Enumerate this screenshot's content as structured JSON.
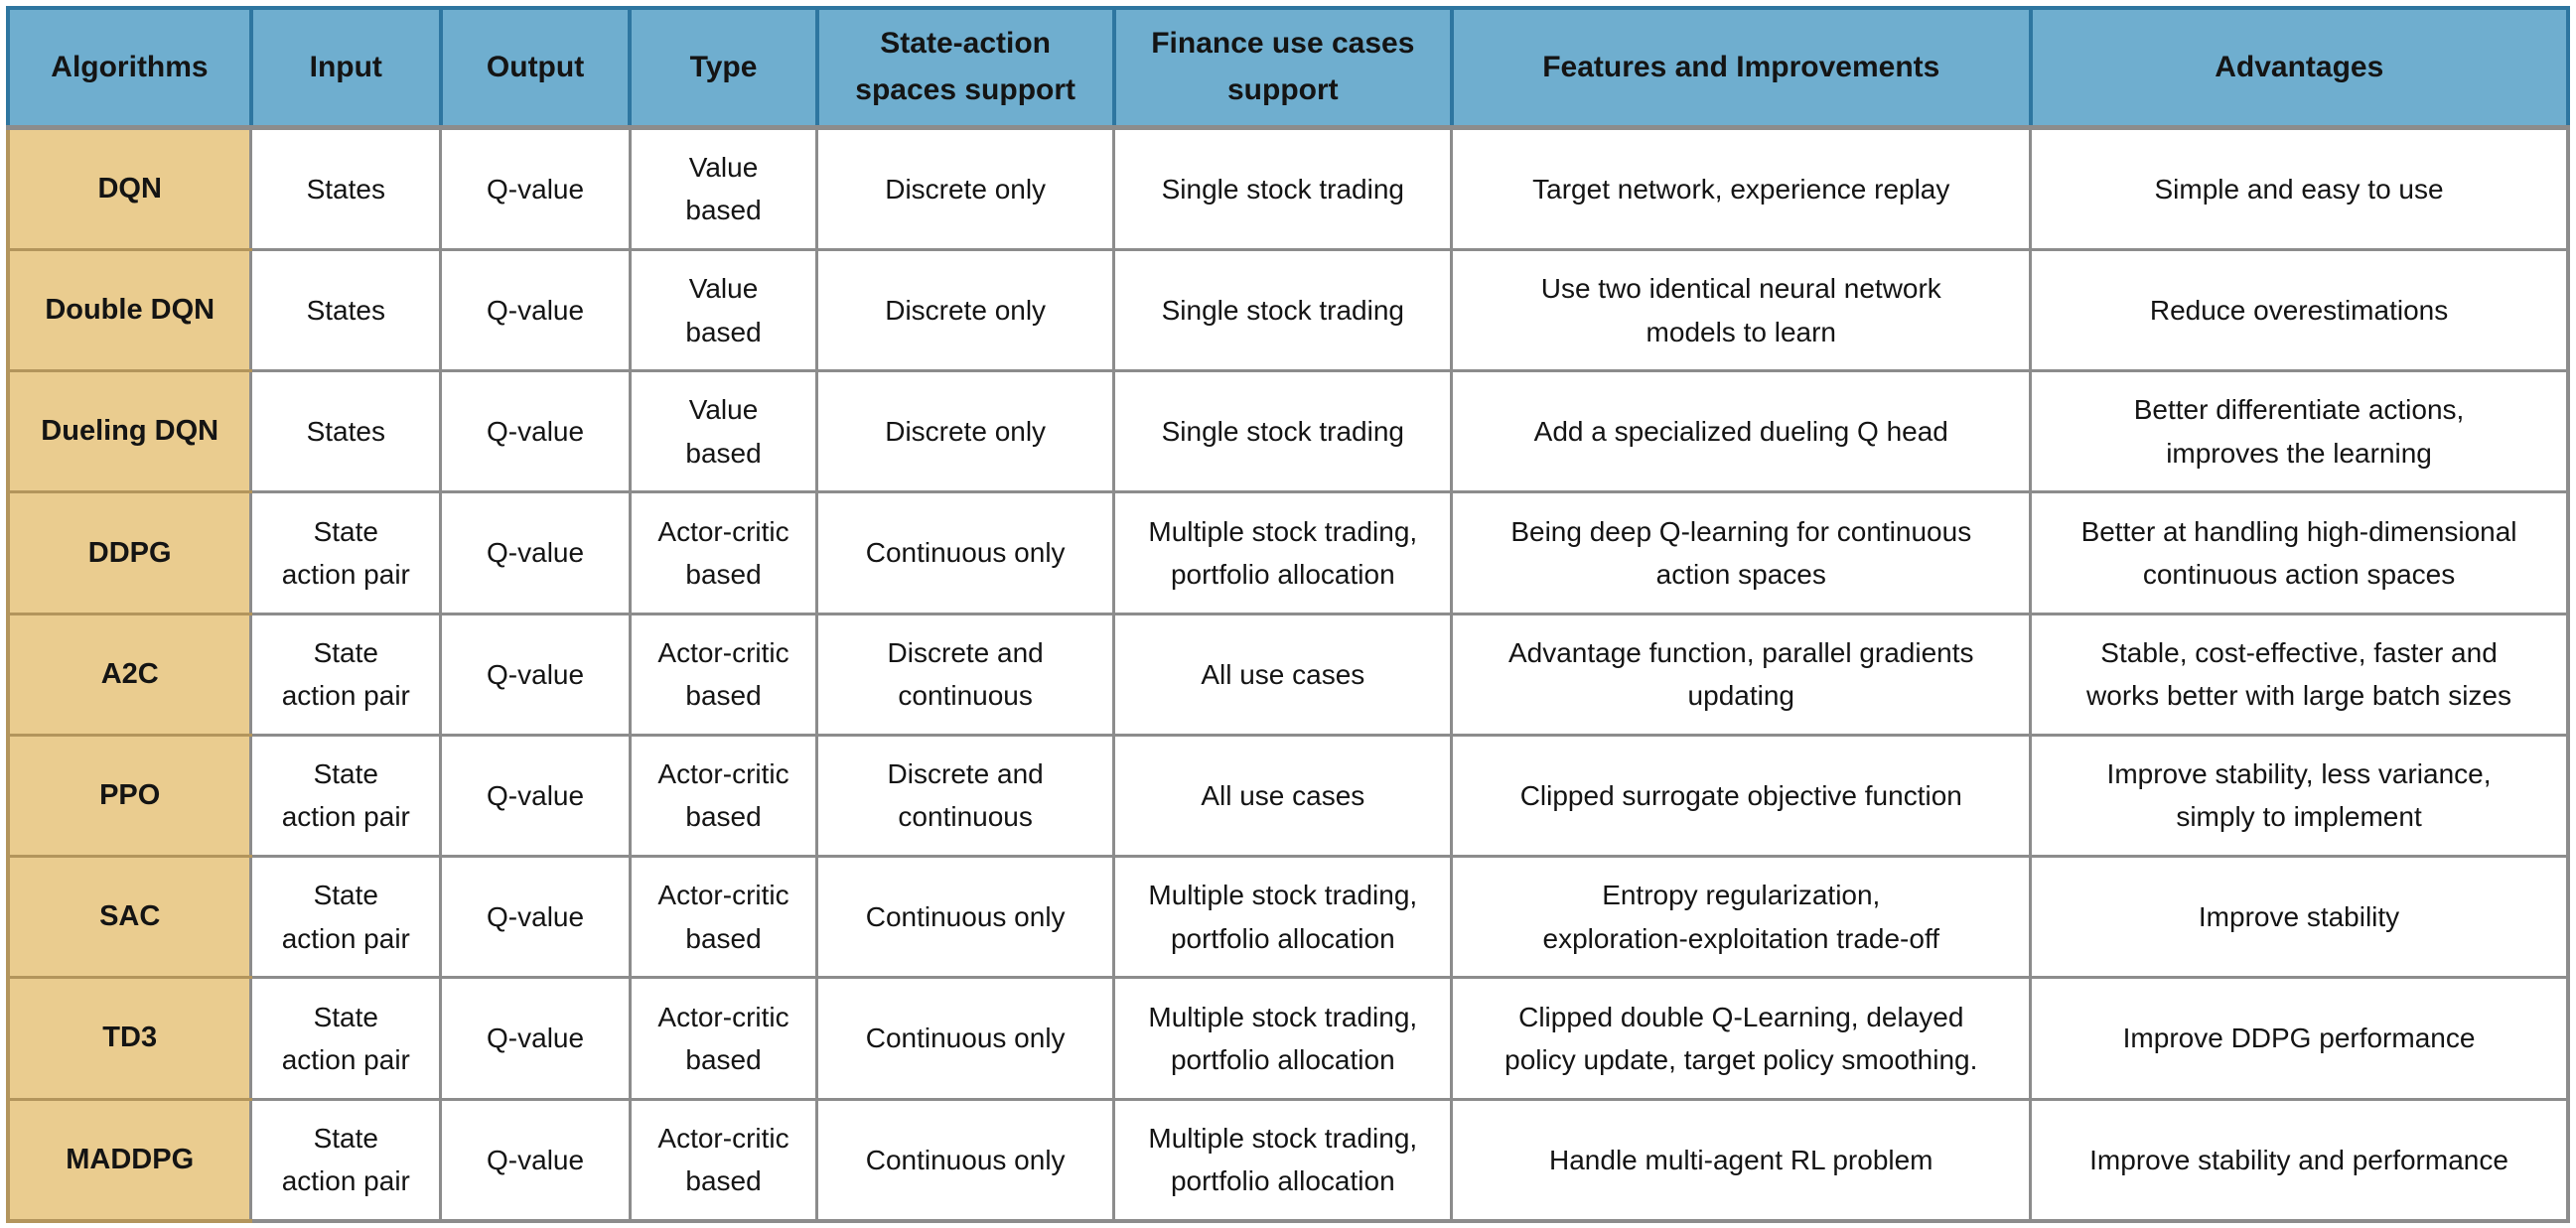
{
  "colors": {
    "header_bg": "#6FAECF",
    "header_sep": "#2E76A0",
    "row_header_bg": "#EACC8F",
    "alg_sep": "#B3955C",
    "grid": "#8C8C8C",
    "text": "#141414"
  },
  "table": {
    "columns": [
      {
        "label": "Algorithms"
      },
      {
        "label": "Input"
      },
      {
        "label": "Output"
      },
      {
        "label": "Type"
      },
      {
        "label": "State-action\nspaces support"
      },
      {
        "label": "Finance use cases\nsupport"
      },
      {
        "label": "Features and Improvements"
      },
      {
        "label": "Advantages"
      }
    ],
    "rows": [
      {
        "algorithm": "DQN",
        "input": "States",
        "output": "Q-value",
        "type": "Value\nbased",
        "spaces": "Discrete only",
        "finance": "Single stock trading",
        "features": "Target network, experience replay",
        "advantages": "Simple and easy to use"
      },
      {
        "algorithm": "Double DQN",
        "input": "States",
        "output": "Q-value",
        "type": "Value\nbased",
        "spaces": "Discrete only",
        "finance": "Single stock trading",
        "features": "Use two identical neural network\nmodels to learn",
        "advantages": "Reduce overestimations"
      },
      {
        "algorithm": "Dueling DQN",
        "input": "States",
        "output": "Q-value",
        "type": "Value\nbased",
        "spaces": "Discrete only",
        "finance": "Single stock trading",
        "features": "Add a specialized dueling Q head",
        "advantages": "Better differentiate actions,\nimproves the learning"
      },
      {
        "algorithm": "DDPG",
        "input": "State\naction pair",
        "output": "Q-value",
        "type": "Actor-critic\nbased",
        "spaces": "Continuous only",
        "finance": "Multiple stock trading,\nportfolio allocation",
        "features": "Being deep Q-learning for continuous\naction spaces",
        "advantages": "Better at handling high-dimensional\ncontinuous action spaces"
      },
      {
        "algorithm": "A2C",
        "input": "State\naction pair",
        "output": "Q-value",
        "type": "Actor-critic\nbased",
        "spaces": "Discrete and\ncontinuous",
        "finance": "All use cases",
        "features": "Advantage function, parallel gradients\nupdating",
        "advantages": "Stable, cost-effective, faster and\nworks better with large batch sizes"
      },
      {
        "algorithm": "PPO",
        "input": "State\naction pair",
        "output": "Q-value",
        "type": "Actor-critic\nbased",
        "spaces": "Discrete and\ncontinuous",
        "finance": "All use cases",
        "features": "Clipped surrogate objective function",
        "advantages": "Improve stability, less variance,\nsimply to implement"
      },
      {
        "algorithm": "SAC",
        "input": "State\naction pair",
        "output": "Q-value",
        "type": "Actor-critic\nbased",
        "spaces": "Continuous only",
        "finance": "Multiple stock trading,\nportfolio allocation",
        "features": "Entropy regularization,\nexploration-exploitation trade-off",
        "advantages": "Improve stability"
      },
      {
        "algorithm": "TD3",
        "input": "State\naction pair",
        "output": "Q-value",
        "type": "Actor-critic\nbased",
        "spaces": "Continuous only",
        "finance": "Multiple stock trading,\nportfolio allocation",
        "features": "Clipped double Q-Learning, delayed\npolicy update, target policy smoothing.",
        "advantages": "Improve DDPG performance"
      },
      {
        "algorithm": "MADDPG",
        "input": "State\naction pair",
        "output": "Q-value",
        "type": "Actor-critic\nbased",
        "spaces": "Continuous only",
        "finance": "Multiple stock trading,\nportfolio allocation",
        "features": "Handle multi-agent RL problem",
        "advantages": "Improve stability and performance"
      }
    ]
  }
}
